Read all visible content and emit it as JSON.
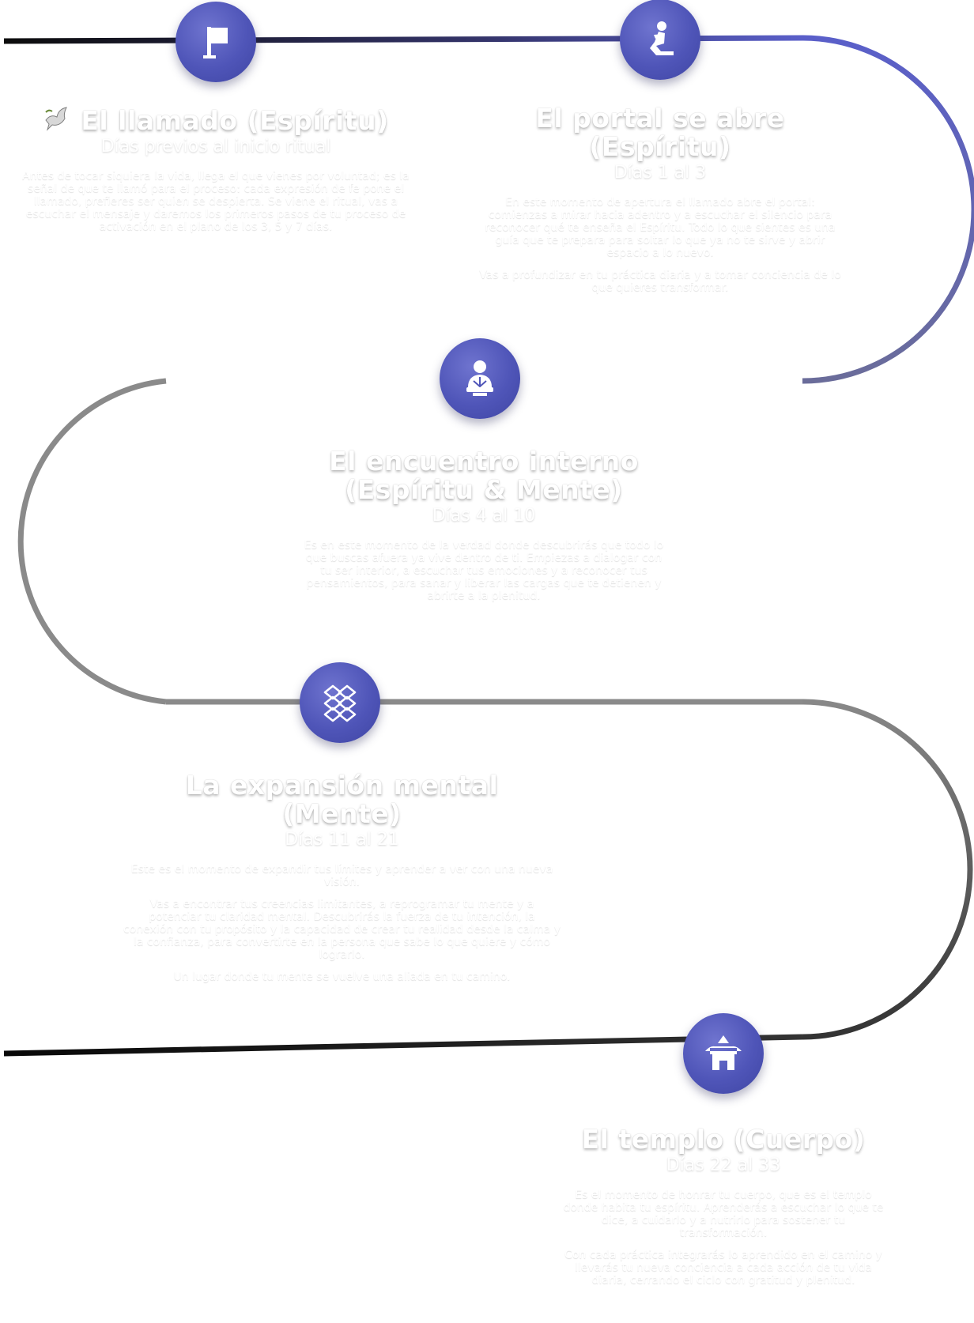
{
  "colors": {
    "node": "#4f55b8",
    "line_start": "#111111",
    "line_accent": "#5a5fc9",
    "line_gray": "#8a8a8a",
    "text": "#ffffff"
  },
  "steps": [
    {
      "icon": "flag-icon",
      "title": "El llamado (Espíritu)",
      "subtitle": "Días previos al inicio ritual",
      "paragraphs": [
        "Antes de tocar siquiera la vida, llega el que vienes por voluntad; es la señal de que te llamó para el proceso: cada expresión de fe pone el llamado, prefieres ser quien se despierta. Se viene el ritual, vas a escuchar el mensaje y daremos los primeros pasos de tu proceso de activación en el plano de los 3, 5 y 7 días."
      ]
    },
    {
      "icon": "kneeling-prayer-icon",
      "title": "El portal se abre (Espíritu)",
      "subtitle": "Días 1 al 3",
      "paragraphs": [
        "En este momento de apertura el llamado abre el portal: comienzas a mirar hacia adentro y a escuchar el silencio para reconocer qué te enseña el Espíritu. Todo lo que sientes es una guía que te prepara para soltar lo que ya no te sirve y abrir espacio a lo nuevo.",
        "Vas a profundizar en tu práctica diaria y a tomar conciencia de lo que quieres transformar."
      ]
    },
    {
      "icon": "meditating-monk-icon",
      "title": "El encuentro interno (Espíritu & Mente)",
      "subtitle": "Días 4 al 10",
      "paragraphs": [
        "Es en este momento de la verdad donde descubrirás que todo lo que buscas afuera ya vive dentro de ti. Empiezas a dialogar con tu ser interior, a escuchar tus emociones y a reconocer tus pensamientos, para sanar y liberar las cargas que te detienen y abrirte a la plenitud."
      ]
    },
    {
      "icon": "brain-pattern-icon",
      "title": "La expansión mental (Mente)",
      "subtitle": "Días 11 al 21",
      "paragraphs": [
        "Este es el momento de expandir tus límites y aprender a ver con una nueva visión.",
        "Vas a encontrar tus creencias limitantes, a reprogramar tu mente y a potenciar tu claridad mental. Descubrirás la fuerza de tu intención, la conexión con tu propósito y la capacidad de crear tu realidad desde la calma y la confianza, para convertirte en la persona que sabe lo que quiere y cómo lograrlo.",
        "Un lugar donde tu mente se vuelve una aliada en tu camino."
      ]
    },
    {
      "icon": "temple-icon",
      "title": "El templo (Cuerpo)",
      "subtitle": "Días 22 al 33",
      "paragraphs": [
        "Es el momento de honrar tu cuerpo, que es el templo donde habita tu espíritu. Aprenderás a escuchar lo que te dice, a cuidarlo y a nutrirlo para sostener tu transformación.",
        "Con cada práctica integrarás lo aprendido en el camino y llevarás tu nueva conciencia a cada acción de tu vida diaria, cerrando el ciclo con gratitud y plenitud."
      ]
    }
  ]
}
